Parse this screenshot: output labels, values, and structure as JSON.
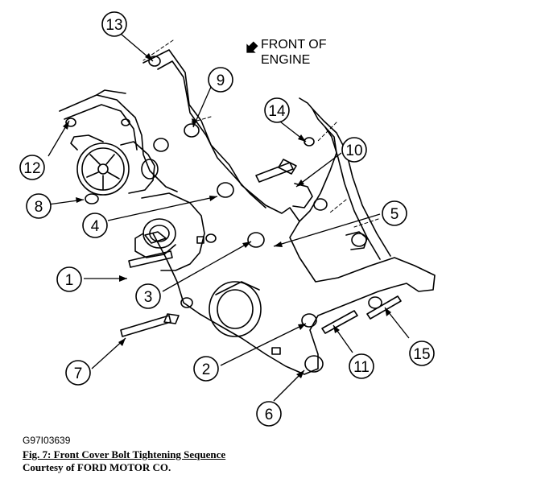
{
  "orientation": {
    "line1": "FRONT OF",
    "line2": "ENGINE",
    "arrow_icon": "filled-arrow-icon"
  },
  "callouts": [
    "13",
    "9",
    "14",
    "10",
    "12",
    "8",
    "4",
    "5",
    "1",
    "3",
    "7",
    "2",
    "11",
    "15",
    "6"
  ],
  "figure_id": "G97I03639",
  "caption": {
    "title": "Fig. 7: Front Cover Bolt Tightening Sequence",
    "credit": "Courtesy of FORD MOTOR CO."
  }
}
